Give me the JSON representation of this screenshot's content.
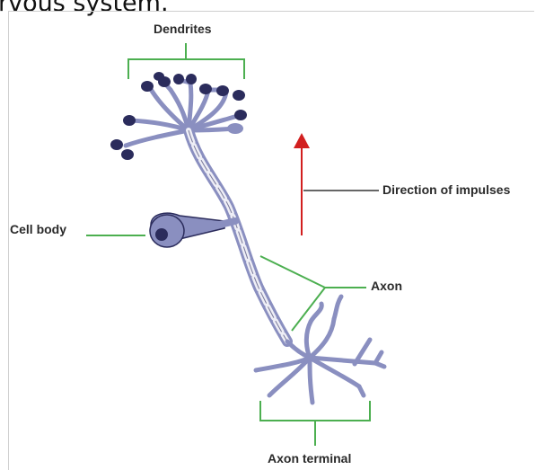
{
  "caption": "rvous system.",
  "labels": {
    "dendrites": "Dendrites",
    "cell_body": "Cell body",
    "direction": "Direction of impulses",
    "axon": "Axon",
    "axon_terminal": "Axon terminal"
  },
  "colors": {
    "neuron": "#8a8fc0",
    "neuron_dark": "#2b2c5c",
    "leader": "#4caf50",
    "arrow": "#d21f1f",
    "arrow_line": "#333333"
  }
}
